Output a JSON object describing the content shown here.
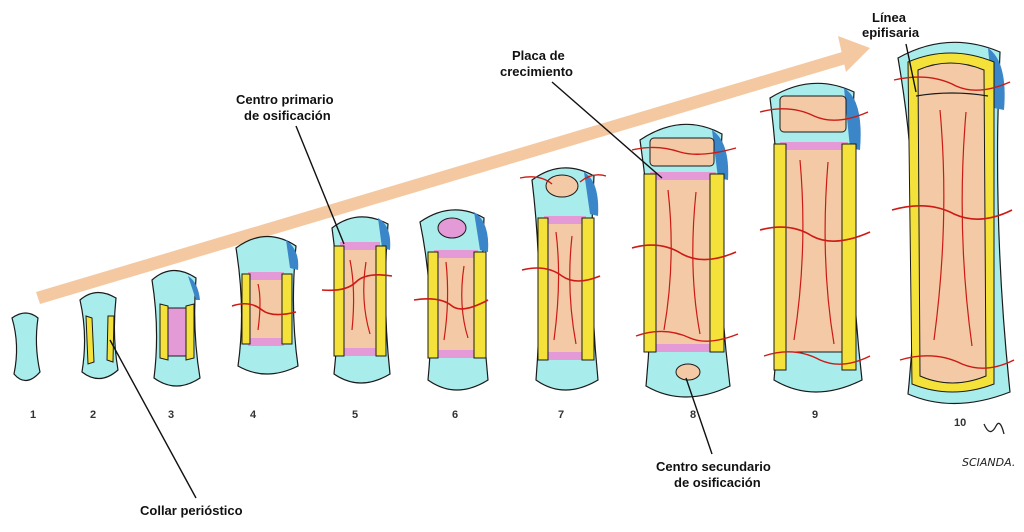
{
  "labels": {
    "epiphyseal_line": [
      "Línea",
      "epifisaria"
    ],
    "growth_plate": [
      "Placa de",
      "crecimiento"
    ],
    "primary_center": [
      "Centro primario",
      "de osificación"
    ],
    "secondary_center": [
      "Centro secundario",
      "de osificación"
    ],
    "periosteal_collar": "Collar perióstico"
  },
  "stages": [
    "1",
    "2",
    "3",
    "4",
    "5",
    "6",
    "7",
    "8",
    "9",
    "10"
  ],
  "signature": "SCIANDA.",
  "colors": {
    "cartilage": "#a9ecec",
    "cartilage_dark": "#3a86c8",
    "periosteum": "#f4e23a",
    "bone_marrow": "#f3c9a6",
    "calcified": "#e59ad8",
    "vessels": "#cc1a14",
    "arrow": "#f4c9a2",
    "outline": "#1a1a1a"
  }
}
